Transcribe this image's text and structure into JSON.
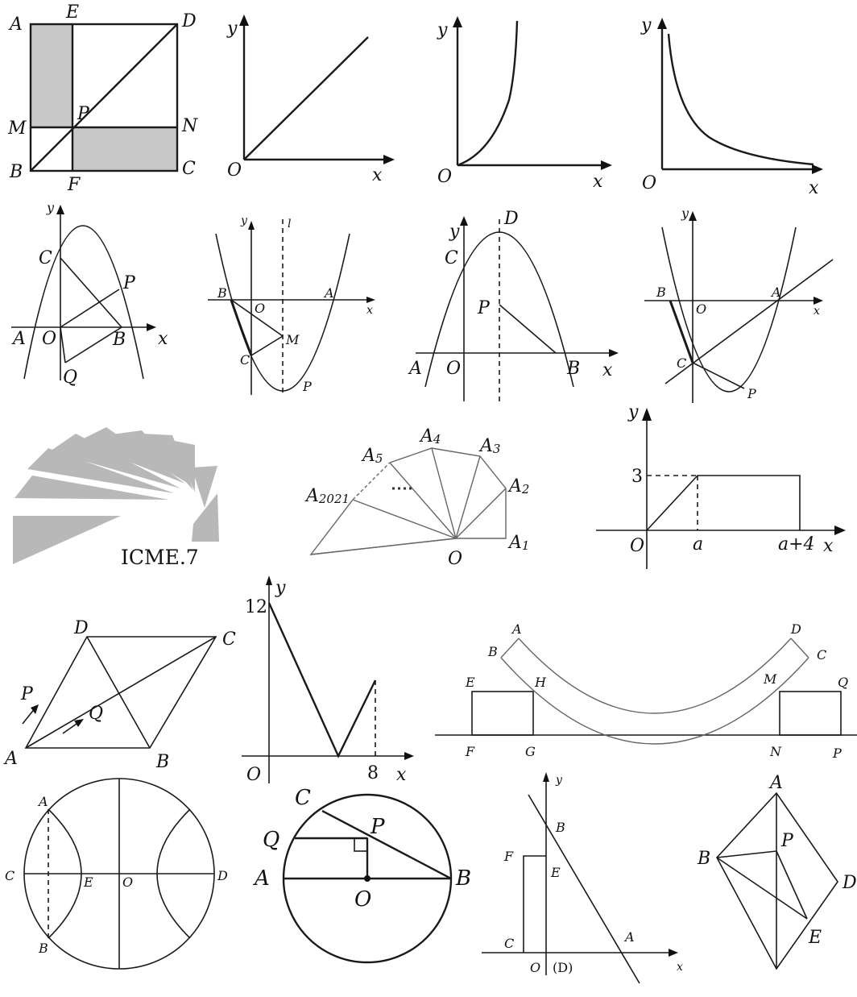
{
  "panels": {
    "square": {
      "A": "A",
      "E": "E",
      "D": "D",
      "M": "M",
      "P": "P",
      "N": "N",
      "B": "B",
      "F": "F",
      "C": "C"
    },
    "linear": {
      "y": "y",
      "O": "O",
      "x": "x"
    },
    "power": {
      "y": "y",
      "O": "O",
      "x": "x"
    },
    "inverse": {
      "y": "y",
      "O": "O",
      "x": "x"
    },
    "parab1": {
      "y": "y",
      "C": "C",
      "P": "P",
      "A": "A",
      "O": "O",
      "B": "B",
      "x": "x",
      "Q": "Q"
    },
    "parab2": {
      "y": "y",
      "l": "l",
      "B": "B",
      "O": "O",
      "A": "A",
      "x": "x",
      "C": "C",
      "M": "M",
      "P": "P"
    },
    "parab3": {
      "y": "y",
      "D": "D",
      "C": "C",
      "P": "P",
      "A": "A",
      "O": "O",
      "B": "B",
      "x": "x"
    },
    "parab4": {
      "y": "y",
      "B": "B",
      "O": "O",
      "A": "A",
      "x": "x",
      "C": "C",
      "P": "P"
    },
    "logo": {
      "text": "ICME.7"
    },
    "spiral": {
      "A4": "A",
      "A4s": "4",
      "A3": "A",
      "A3s": "3",
      "A5": "A",
      "A5s": "5",
      "A2": "A",
      "A2s": "2",
      "A2021": "A",
      "A2021s": "2021",
      "A1": "A",
      "A1s": "1",
      "O": "O"
    },
    "piecewise": {
      "y": "y",
      "three": "3",
      "O": "O",
      "a": "a",
      "a4": "a+4",
      "x": "x"
    },
    "rhombus": {
      "D": "D",
      "C": "C",
      "P": "P",
      "Q": "Q",
      "A": "A",
      "B": "B"
    },
    "vgraph": {
      "twelve": "12",
      "y": "y",
      "O": "O",
      "eight": "8",
      "x": "x"
    },
    "bridge": {
      "A": "A",
      "D": "D",
      "B": "B",
      "C": "C",
      "E": "E",
      "H": "H",
      "M": "M",
      "Q": "Q",
      "F": "F",
      "G": "G",
      "N": "N",
      "P": "P"
    },
    "circle1": {
      "A": "A",
      "C": "C",
      "E": "E",
      "O": "O",
      "D": "D",
      "B": "B"
    },
    "circle2": {
      "C": "C",
      "Q": "Q",
      "P": "P",
      "A": "A",
      "O": "O",
      "B": "B"
    },
    "axes2": {
      "y": "y",
      "B": "B",
      "F": "F",
      "E": "E",
      "C": "C",
      "A": "A",
      "O": "O",
      "D": "(D)",
      "x": "x"
    },
    "kite": {
      "A": "A",
      "P": "P",
      "B": "B",
      "D": "D",
      "E": "E"
    }
  }
}
